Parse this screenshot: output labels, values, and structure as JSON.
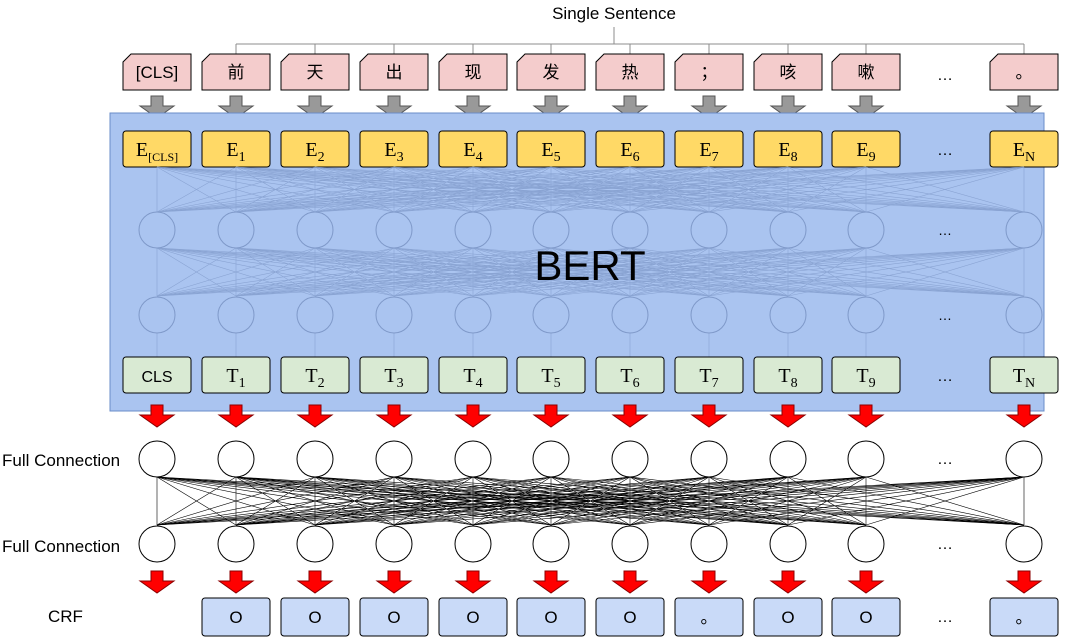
{
  "sentence_label": "Single Sentence",
  "input_tokens": [
    "[CLS]",
    "前",
    "天",
    "出",
    "现",
    "发",
    "热",
    "；",
    "咳",
    "嗽",
    "…",
    "。"
  ],
  "embeddings": [
    {
      "base": "E",
      "sub": "[CLS]"
    },
    {
      "base": "E",
      "sub": "1"
    },
    {
      "base": "E",
      "sub": "2"
    },
    {
      "base": "E",
      "sub": "3"
    },
    {
      "base": "E",
      "sub": "4"
    },
    {
      "base": "E",
      "sub": "5"
    },
    {
      "base": "E",
      "sub": "6"
    },
    {
      "base": "E",
      "sub": "7"
    },
    {
      "base": "E",
      "sub": "8"
    },
    {
      "base": "E",
      "sub": "9"
    },
    {
      "base": "…",
      "sub": ""
    },
    {
      "base": "E",
      "sub": "N"
    }
  ],
  "bert_label": "BERT",
  "outputs": [
    {
      "base": "CLS",
      "sub": ""
    },
    {
      "base": "T",
      "sub": "1"
    },
    {
      "base": "T",
      "sub": "2"
    },
    {
      "base": "T",
      "sub": "3"
    },
    {
      "base": "T",
      "sub": "4"
    },
    {
      "base": "T",
      "sub": "5"
    },
    {
      "base": "T",
      "sub": "6"
    },
    {
      "base": "T",
      "sub": "7"
    },
    {
      "base": "T",
      "sub": "8"
    },
    {
      "base": "T",
      "sub": "9"
    },
    {
      "base": "…",
      "sub": ""
    },
    {
      "base": "T",
      "sub": "N"
    }
  ],
  "layer_labels": {
    "fc1": "Full Connection",
    "fc2": "Full Connection",
    "crf": "CRF"
  },
  "crf_tags": [
    "",
    "O",
    "O",
    "O",
    "O",
    "O",
    "O",
    "。",
    "O",
    "O",
    "…",
    "。"
  ],
  "ellipsis": "…",
  "colors": {
    "input_fill": "#f4cccc",
    "embed_fill": "#ffd966",
    "bert_bg": "#aac4f0",
    "output_fill": "#d9ead3",
    "crf_fill": "#c9daf8",
    "gray_arrow": "#999999",
    "red_arrow": "#ff0000",
    "crf_red_tag": "#ff0000"
  }
}
